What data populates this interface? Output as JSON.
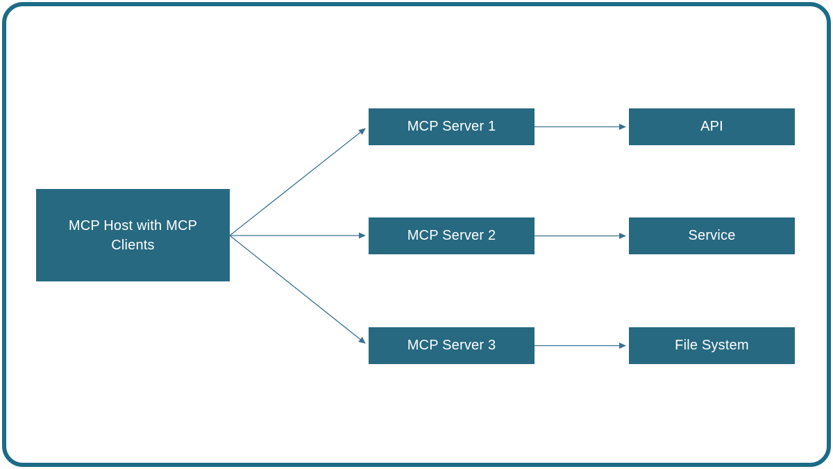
{
  "diagram": {
    "host": {
      "label": "MCP Host with MCP Clients"
    },
    "rows": [
      {
        "server_label": "MCP Server 1",
        "target_label": "API"
      },
      {
        "server_label": "MCP Server 2",
        "target_label": "Service"
      },
      {
        "server_label": "MCP Server 3",
        "target_label": "File System"
      }
    ],
    "colors": {
      "node_fill": "#266980",
      "frame_border": "#1c6b87",
      "arrow": "#3a7190",
      "node_text": "#ffffff",
      "background": "#ffffff"
    }
  }
}
